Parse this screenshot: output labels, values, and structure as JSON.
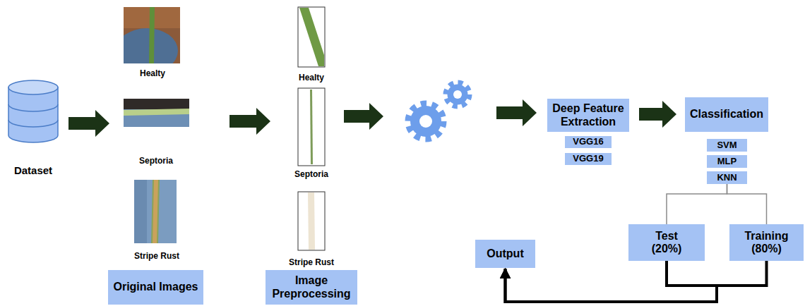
{
  "diagram": {
    "nodes": [
      {
        "text": [
          "Dataset"
        ]
      },
      {
        "text": [
          "Healty"
        ]
      },
      {
        "text": [
          "Septoria"
        ]
      },
      {
        "text": [
          "Stripe Rust"
        ]
      },
      {
        "text": [
          "Original Images"
        ]
      },
      {
        "text": [
          "Healty"
        ]
      },
      {
        "text": [
          "Septoria"
        ]
      },
      {
        "text": [
          "Stripe Rust"
        ]
      },
      {
        "text": [
          "Image Preprocessing"
        ]
      },
      {
        "text": [
          "Deep Feature Extraction"
        ]
      },
      {
        "text": [
          "VGG16"
        ]
      },
      {
        "text": [
          "VGG19"
        ]
      },
      {
        "text": [
          "Classification"
        ]
      },
      {
        "text": [
          "SVM"
        ]
      },
      {
        "text": [
          "MLP"
        ]
      },
      {
        "text": [
          "KNN"
        ]
      },
      {
        "text": [
          "Test (20%)"
        ]
      },
      {
        "text": [
          "Training (80%)"
        ]
      },
      {
        "text": [
          "Output"
        ]
      }
    ],
    "edges": [
      {
        "from": 0,
        "to": 2,
        "arrow": "to"
      },
      {
        "from": 2,
        "to": 6,
        "arrow": "to"
      },
      {
        "from": 9,
        "to": 12,
        "arrow": "to"
      },
      {
        "from": 15,
        "to": 16,
        "arrow": "none"
      },
      {
        "from": 15,
        "to": 17,
        "arrow": "none"
      },
      {
        "from": 16,
        "to": 18,
        "arrow": "to"
      },
      {
        "from": 17,
        "to": 18,
        "arrow": "to"
      }
    ]
  }
}
